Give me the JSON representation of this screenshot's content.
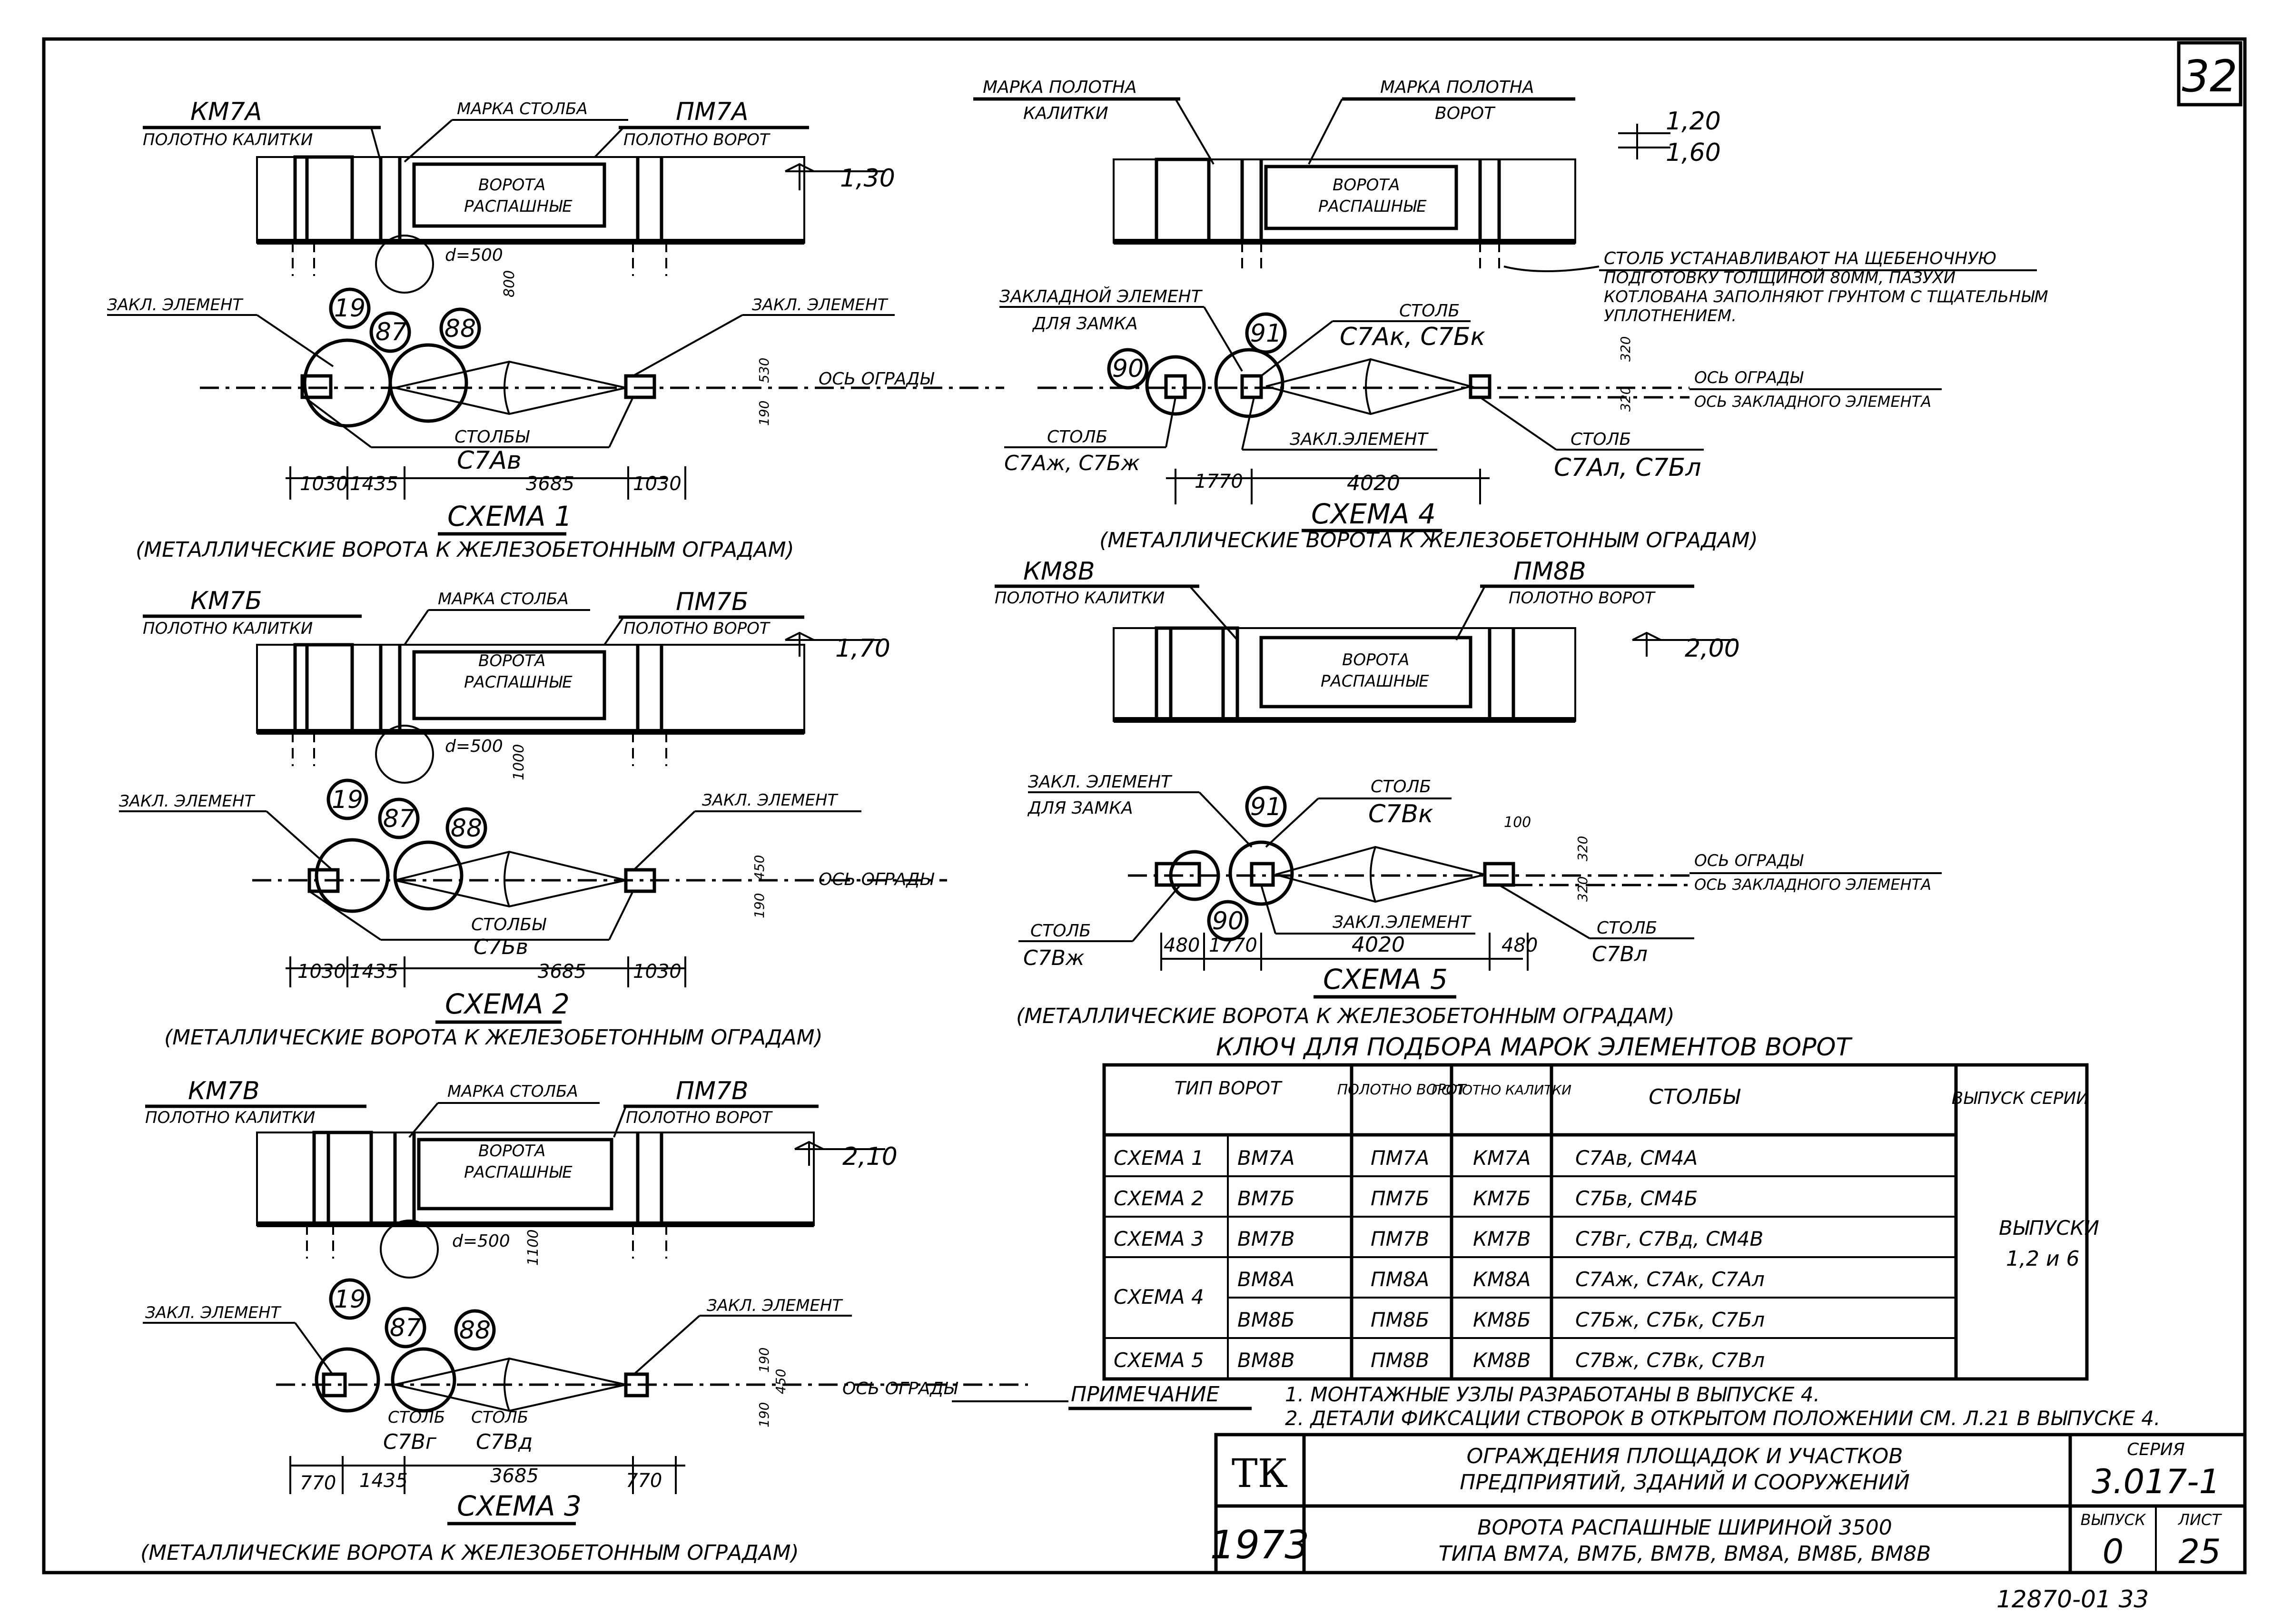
{
  "sheet_number": "32",
  "scheme1": {
    "gate_leaf_left": "КМ7А",
    "gate_leaf_left_label": "ПОЛОТНО КАЛИТКИ",
    "post_mark": "МАРКА СТОЛБА",
    "gate_leaf_right": "ПМ7А",
    "gate_leaf_right_label": "ПОЛОТНО ВОРОТ",
    "gate_text_1": "ВОРОТА",
    "gate_text_2": "РАСПАШНЫЕ",
    "height": "1,30",
    "diameter": "d=500",
    "depth": "800",
    "embed_left": "ЗАКЛ. ЭЛЕМЕНТ",
    "embed_right": "ЗАКЛ. ЭЛЕМЕНТ",
    "node_19": "19",
    "node_87": "87",
    "node_88": "88",
    "posts_label": "СТОЛБЫ",
    "posts_mark": "С7Ав",
    "dim_a": "1030",
    "dim_b": "1435",
    "dim_c": "3685",
    "dim_d": "1030",
    "dim_v1": "530",
    "dim_v2": "190",
    "axis": "ОСЬ ОГРАДЫ",
    "title": "СХЕМА 1",
    "subtitle": "(МЕТАЛЛИЧЕСКИЕ ВОРОТА К ЖЕЛЕЗОБЕТОННЫМ ОГРАДАМ)"
  },
  "scheme2": {
    "gate_leaf_left": "КМ7Б",
    "gate_leaf_left_label": "ПОЛОТНО КАЛИТКИ",
    "post_mark": "МАРКА СТОЛБА",
    "gate_leaf_right": "ПМ7Б",
    "gate_leaf_right_label": "ПОЛОТНО ВОРОТ",
    "gate_text_1": "ВОРОТА",
    "gate_text_2": "РАСПАШНЫЕ",
    "height": "1,70",
    "diameter": "d=500",
    "depth": "1000",
    "embed_left": "ЗАКЛ. ЭЛЕМЕНТ",
    "embed_right": "ЗАКЛ. ЭЛЕМЕНТ",
    "node_19": "19",
    "node_87": "87",
    "node_88": "88",
    "posts_label": "СТОЛБЫ",
    "posts_mark": "С7Бв",
    "dim_a": "1030",
    "dim_b": "1435",
    "dim_c": "3685",
    "dim_d": "1030",
    "dim_v1": "450",
    "dim_v2": "190",
    "axis": "ОСЬ ОГРАДЫ",
    "title": "СХЕМА 2",
    "subtitle": "(МЕТАЛЛИЧЕСКИЕ ВОРОТА К ЖЕЛЕЗОБЕТОННЫМ ОГРАДАМ)"
  },
  "scheme3": {
    "gate_leaf_left": "КМ7В",
    "gate_leaf_left_label": "ПОЛОТНО КАЛИТКИ",
    "post_mark": "МАРКА СТОЛБА",
    "gate_leaf_right": "ПМ7В",
    "gate_leaf_right_label": "ПОЛОТНО ВОРОТ",
    "gate_text_1": "ВОРОТА",
    "gate_text_2": "РАСПАШНЫЕ",
    "height": "2,10",
    "diameter": "d=500",
    "depth": "1100",
    "embed_left": "ЗАКЛ. ЭЛЕМЕНТ",
    "embed_right": "ЗАКЛ. ЭЛЕМЕНТ",
    "node_19": "19",
    "node_87": "87",
    "node_88": "88",
    "post_left_label": "СТОЛБ",
    "post_left_mark": "С7Вг",
    "post_right_label": "СТОЛБ",
    "post_right_mark": "С7Вд",
    "dim_a": "770",
    "dim_b": "1435",
    "dim_c": "3685",
    "dim_d": "770",
    "dim_v1": "190",
    "dim_v2": "450",
    "dim_v3": "190",
    "axis": "ОСЬ ОГРАДЫ",
    "title": "СХЕМА 3",
    "subtitle": "(МЕТАЛЛИЧЕСКИЕ ВОРОТА К ЖЕЛЕЗОБЕТОННЫМ ОГРАДАМ)"
  },
  "scheme4": {
    "leaf_left_label_1": "МАРКА ПОЛОТНА",
    "leaf_left_label_2": "КАЛИТКИ",
    "leaf_right_label_1": "МАРКА ПОЛОТНА",
    "leaf_right_label_2": "ВОРОТ",
    "gate_text_1": "ВОРОТА",
    "gate_text_2": "РАСПАШНЫЕ",
    "height_1": "1,20",
    "height_2": "1,60",
    "note_1": "СТОЛБ УСТАНАВЛИВАЮТ НА ЩЕБЕНОЧНУЮ",
    "note_2": "ПОДГОТОВКУ ТОЛЩИНОЙ 80ММ, ПАЗУХИ",
    "note_3": "КОТЛОВАНА ЗАПОЛНЯЮТ ГРУНТОМ С ТЩАТЕЛЬНЫМ",
    "note_4": "УПЛОТНЕНИЕМ.",
    "embed_lock_1": "ЗАКЛАДНОЙ ЭЛЕМЕНТ",
    "embed_lock_2": "ДЛЯ ЗАМКА",
    "node_90": "90",
    "node_91": "91",
    "post_top_label": "СТОЛБ",
    "post_top_mark": "С7Ак, С7Бк",
    "dim_v1": "320",
    "dim_v2": "320",
    "axis_1": "ОСЬ ОГРАДЫ",
    "axis_2": "ОСЬ ЗАКЛАДНОГО ЭЛЕМЕНТА",
    "post_left_label": "СТОЛБ",
    "post_left_mark": "С7Аж, С7Бж",
    "embed": "ЗАКЛ.ЭЛЕМЕНТ",
    "post_right_label": "СТОЛБ",
    "post_right_mark": "С7Ал, С7Бл",
    "dim_a": "1770",
    "dim_b": "4020",
    "title": "СХЕМА 4",
    "subtitle": "(МЕТАЛЛИЧЕСКИЕ ВОРОТА К ЖЕЛЕЗОБЕТОННЫМ ОГРАДАМ)"
  },
  "scheme5": {
    "gate_leaf_left": "КМ8В",
    "gate_leaf_left_label": "ПОЛОТНО КАЛИТКИ",
    "gate_leaf_right": "ПМ8В",
    "gate_leaf_right_label": "ПОЛОТНО ВОРОТ",
    "gate_text_1": "ВОРОТА",
    "gate_text_2": "РАСПАШНЫЕ",
    "height": "2,00",
    "embed_lock_1": "ЗАКЛ. ЭЛЕМЕНТ",
    "embed_lock_2": "ДЛЯ ЗАМКА",
    "node_91": "91",
    "node_90": "90",
    "post_top_label": "СТОЛБ",
    "post_top_mark": "С7Вк",
    "dim_100": "100",
    "dim_v1": "320",
    "dim_v2": "320",
    "axis_1": "ОСЬ ОГРАДЫ",
    "axis_2": "ОСЬ ЗАКЛАДНОГО ЭЛЕМЕНТА",
    "post_left_label": "СТОЛБ",
    "post_left_mark": "С7Вж",
    "embed": "ЗАКЛ.ЭЛЕМЕНТ",
    "post_right_label": "СТОЛБ",
    "post_right_mark": "С7Вл",
    "dim_a": "480",
    "dim_b": "1770",
    "dim_c": "4020",
    "dim_d": "480",
    "title": "СХЕМА 5",
    "subtitle": "(МЕТАЛЛИЧЕСКИЕ ВОРОТА К ЖЕЛЕЗОБЕТОННЫМ ОГРАДАМ)"
  },
  "key_table": {
    "title": "КЛЮЧ ДЛЯ ПОДБОРА МАРОК ЭЛЕМЕНТОВ ВОРОТ",
    "headers": [
      "ТИП ВОРОТ",
      "ПОЛОТНО ВОРОТ",
      "ПОЛОТНО КАЛИТКИ",
      "СТОЛБЫ",
      "ВЫПУСК СЕРИИ"
    ],
    "rows": [
      {
        "scheme": "СХЕМА 1",
        "type": "ВМ7А",
        "gate": "ПМ7А",
        "wicket": "КМ7А",
        "posts": "С7Ав, СМ4А"
      },
      {
        "scheme": "СХЕМА 2",
        "type": "ВМ7Б",
        "gate": "ПМ7Б",
        "wicket": "КМ7Б",
        "posts": "С7Бв, СМ4Б"
      },
      {
        "scheme": "СХЕМА 3",
        "type": "ВМ7В",
        "gate": "ПМ7В",
        "wicket": "КМ7В",
        "posts": "С7Вг, С7Вд, СМ4В"
      },
      {
        "scheme": "СХЕМА 4",
        "type": "ВМ8А",
        "gate": "ПМ8А",
        "wicket": "КМ8А",
        "posts": "С7Аж, С7Ак, С7Ал"
      },
      {
        "scheme": "",
        "type": "ВМ8Б",
        "gate": "ПМ8Б",
        "wicket": "КМ8Б",
        "posts": "С7Бж, С7Бк, С7Бл"
      },
      {
        "scheme": "СХЕМА 5",
        "type": "ВМ8В",
        "gate": "ПМ8В",
        "wicket": "КМ8В",
        "posts": "С7Вж, С7Вк, С7Вл"
      }
    ],
    "release_1": "ВЫПУСКИ",
    "release_2": "1,2 и 6"
  },
  "note": {
    "label": "ПРИМЕЧАНИЕ",
    "line1": "1. МОНТАЖНЫЕ УЗЛЫ РАЗРАБОТАНЫ В ВЫПУСКЕ 4.",
    "line2": "2. ДЕТАЛИ ФИКСАЦИИ СТВОРОК В ОТКРЫТОМ ПОЛОЖЕНИИ СМ. Л.21 В ВЫПУСКЕ 4."
  },
  "title_block": {
    "org": "ТК",
    "year": "1973",
    "title_1": "ОГРАЖДЕНИЯ ПЛОЩАДОК И УЧАСТКОВ",
    "title_2": "ПРЕДПРИЯТИЙ, ЗДАНИЙ И СООРУЖЕНИЙ",
    "sub_1": "ВОРОТА РАСПАШНЫЕ ШИРИНОЙ 3500",
    "sub_2": "ТИПА ВМ7А, ВМ7Б, ВМ7В, ВМ8А, ВМ8Б, ВМ8В",
    "series_label": "СЕРИЯ",
    "series": "3.017-1",
    "release_label": "ВЫПУСК",
    "release": "0",
    "sheet_label": "ЛИСТ",
    "sheet": "25"
  },
  "footer_code": "12870-01 33"
}
